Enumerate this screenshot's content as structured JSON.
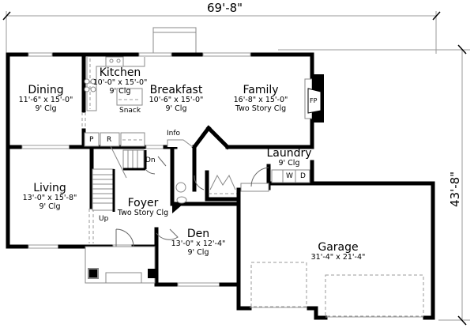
{
  "plan": {
    "overall_width": "69'-8\"",
    "overall_depth": "43'-8\"",
    "rooms": [
      {
        "id": "dining",
        "name": "Dining",
        "size": "11'-6\" x 15'-0\"",
        "ceiling": "9' Clg"
      },
      {
        "id": "kitchen",
        "name": "Kitchen",
        "size": "10'-0\" x 15'-0\"",
        "ceiling": "9' Clg"
      },
      {
        "id": "breakfast",
        "name": "Breakfast",
        "size": "10'-6\" x 15'-0\"",
        "ceiling": "9' Clg"
      },
      {
        "id": "family",
        "name": "Family",
        "size": "16'-8\" x 15'-0\"",
        "ceiling": "Two Story Clg"
      },
      {
        "id": "living",
        "name": "Living",
        "size": "13'-0\" x 15'-8\"",
        "ceiling": "9' Clg"
      },
      {
        "id": "foyer",
        "name": "Foyer",
        "size": "",
        "ceiling": "Two Story Clg"
      },
      {
        "id": "den",
        "name": "Den",
        "size": "13'-0\" x 12'-4\"",
        "ceiling": "9' Clg"
      },
      {
        "id": "laundry",
        "name": "Laundry",
        "size": "",
        "ceiling": "9' Clg"
      },
      {
        "id": "garage",
        "name": "Garage",
        "size": "31'-4\" x 21'-4\"",
        "ceiling": ""
      }
    ],
    "annotations": {
      "snack": "Snack",
      "info": "Info",
      "pantry": "P",
      "refrigerator": "R",
      "down": "Dn",
      "up": "Up",
      "fireplace": "FP",
      "washer": "W",
      "dryer": "D"
    }
  }
}
